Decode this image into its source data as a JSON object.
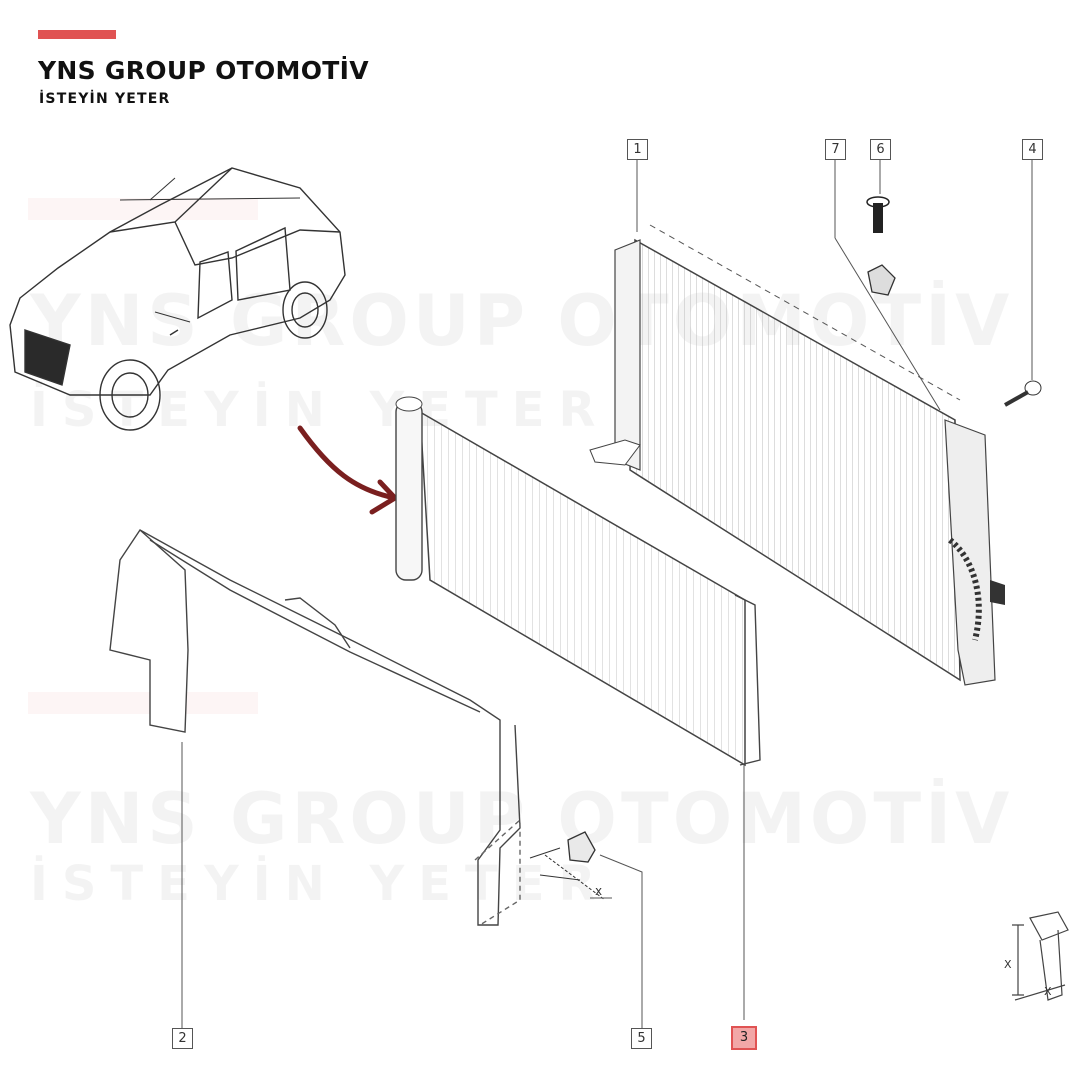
{
  "brand": {
    "title": "YNS GROUP OTOMOTİV",
    "subtitle": "İSTEYİN YETER",
    "accent_color": "#e05353",
    "highlight_fill": "#f2a7a7"
  },
  "watermark": {
    "line1": "YNS GROUP OTOMOTİV",
    "line2": "İSTEYİN YETER"
  },
  "arrow_color": "#7a1f1f",
  "callouts": [
    {
      "id": "1",
      "label": "1",
      "highlighted": false
    },
    {
      "id": "7",
      "label": "7",
      "highlighted": false
    },
    {
      "id": "6",
      "label": "6",
      "highlighted": false
    },
    {
      "id": "4",
      "label": "4",
      "highlighted": false
    },
    {
      "id": "2",
      "label": "2",
      "highlighted": false
    },
    {
      "id": "5",
      "label": "5",
      "highlighted": false
    },
    {
      "id": "3",
      "label": "3",
      "highlighted": true
    }
  ],
  "dimension_labels": {
    "clip_x": "x",
    "bolt_x_left": "X",
    "bolt_x_bottom": "X"
  }
}
